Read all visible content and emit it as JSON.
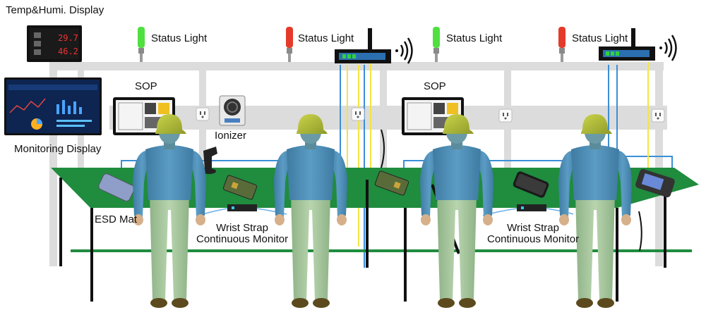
{
  "labels": {
    "temp_humi": "Temp&Humi. Display",
    "status_light": "Status Light",
    "sop": "SOP",
    "ionizer": "Ionizer",
    "monitoring_display": "Monitoring Display",
    "esd_mat": "ESD Mat",
    "wrist_strap_line1": "Wrist Strap",
    "wrist_strap_line2": "Continuous Monitor"
  },
  "temp_display": {
    "temperature": "29.7",
    "humidity": "46.2"
  },
  "status_lights": [
    {
      "state": "green",
      "color": "#4fe040"
    },
    {
      "state": "red",
      "color": "#e53a2a"
    },
    {
      "state": "green",
      "color": "#4fe040"
    },
    {
      "state": "red",
      "color": "#e53a2a"
    }
  ],
  "colors": {
    "mat": "#1f8c3e",
    "frame": "#d8d8d8",
    "legs": "#111111",
    "signal_yellow": "#f2e442",
    "cable_blue": "#3a8fd6",
    "worker_shirt": "#4d8db5",
    "worker_pants": "#a9c9a0",
    "worker_helmet": "#b5c23a",
    "gateway_led": "#2fd23c"
  },
  "icons": [
    "wifi-signal-icon",
    "power-outlet-icon",
    "barcode-scanner-icon",
    "smartphone-icon",
    "gateway-icon"
  ]
}
